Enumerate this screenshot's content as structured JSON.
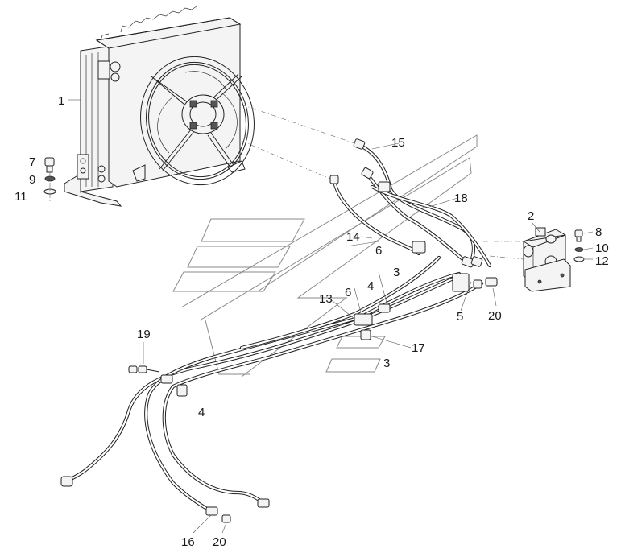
{
  "labels": {
    "l1": "1",
    "l2": "2",
    "l3a": "3",
    "l3b": "3",
    "l4a": "4",
    "l4b": "4",
    "l5": "5",
    "l6a": "6",
    "l6b": "6",
    "l7": "7",
    "l8": "8",
    "l9": "9",
    "l10": "10",
    "l11": "11",
    "l12": "12",
    "l13": "13",
    "l14": "14",
    "l15": "15",
    "l16": "16",
    "l17": "17",
    "l18": "18",
    "l19": "19",
    "l20a": "20",
    "l20b": "20"
  }
}
